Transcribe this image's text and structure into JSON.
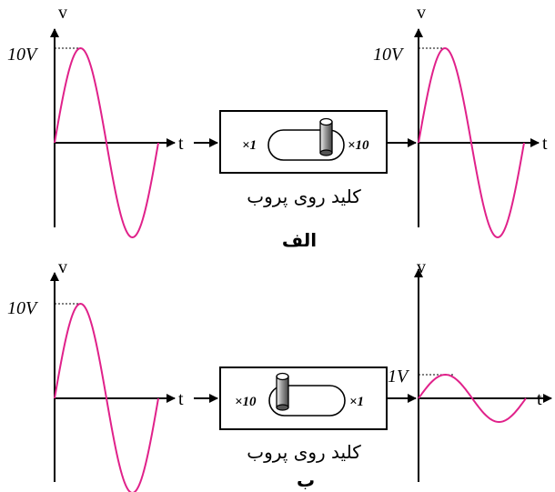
{
  "colors": {
    "axis": "#000000",
    "wave": "#e0218a",
    "switch_fill": "#888888",
    "box": "#000000"
  },
  "axis_labels": {
    "vertical": "v",
    "horizontal": "t"
  },
  "part_a": {
    "caption": "الف",
    "input_amplitude_label": "10V",
    "output_amplitude_label": "10V",
    "probe": {
      "caption": "کلید روی پروب",
      "left_label": "×1",
      "right_label": "×10",
      "switch_position": "right"
    }
  },
  "part_b": {
    "caption": "ب",
    "input_amplitude_label": "10V",
    "output_amplitude_label": "1V",
    "probe": {
      "caption": "کلید روی پروب",
      "left_label": "×10",
      "right_label": "×1",
      "switch_position": "left"
    }
  }
}
